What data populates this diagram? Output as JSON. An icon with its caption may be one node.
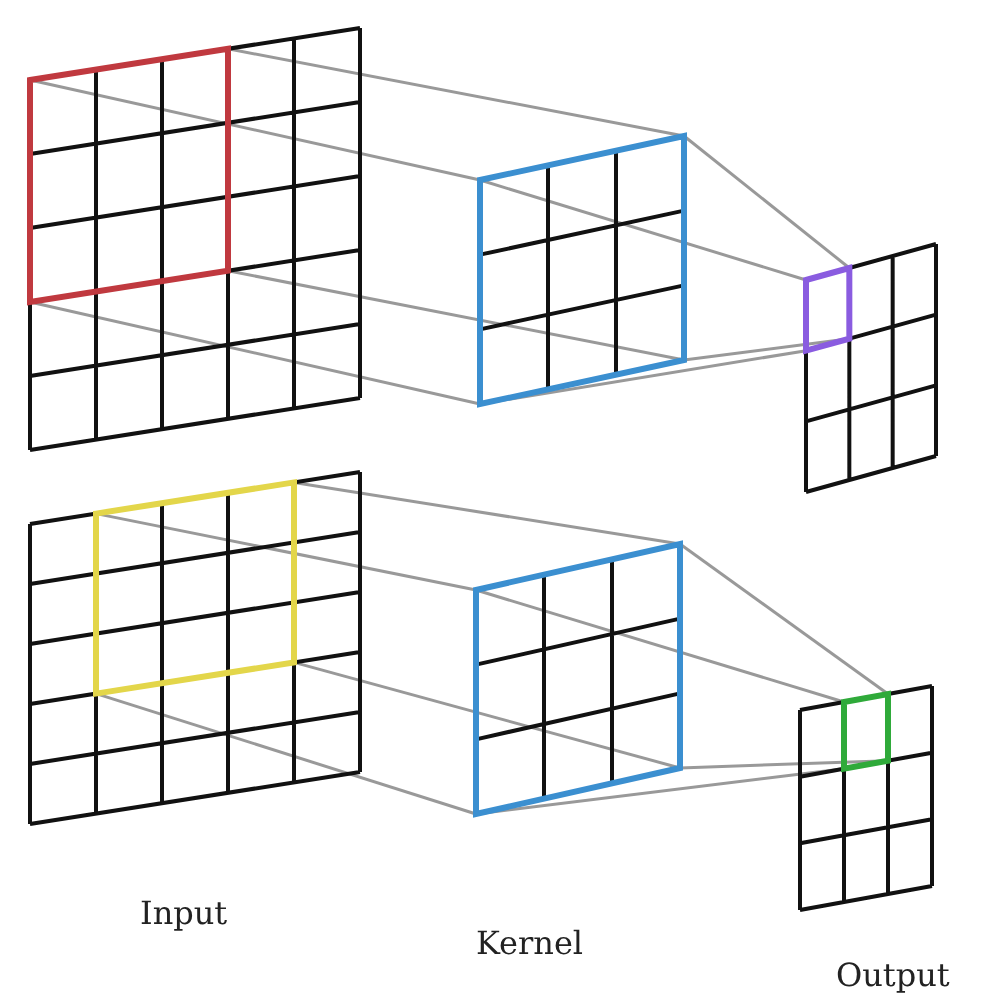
{
  "diagram": {
    "labels": [
      "Input",
      "Kernel",
      "Output"
    ]
  }
}
